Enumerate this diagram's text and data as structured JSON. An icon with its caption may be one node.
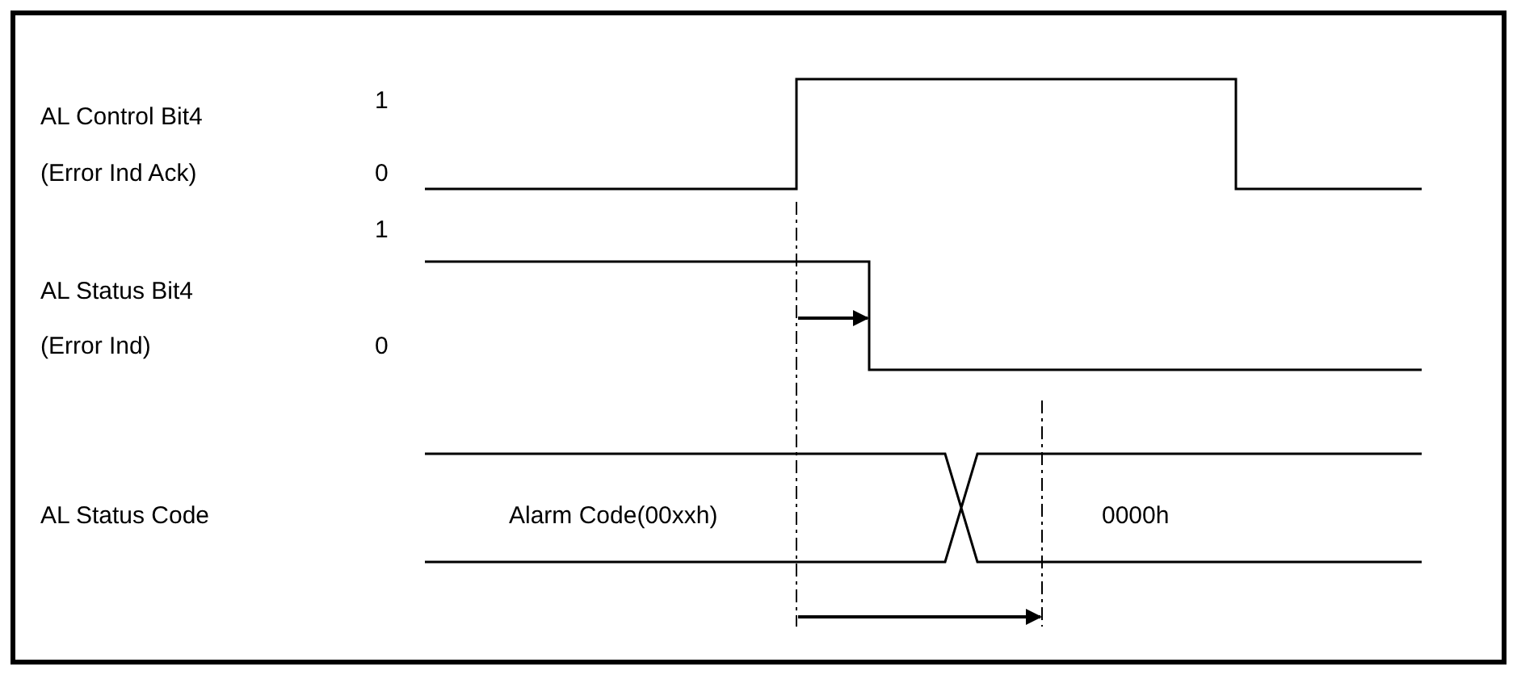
{
  "diagram": {
    "labels": [
      "AL Control Bit4",
      "1",
      "(Error Ind Ack)",
      "0",
      "1",
      "AL Status Bit4",
      "(Error Ind)",
      "0",
      "AL Status Code",
      "Alarm Code(00xxh)",
      "0000h"
    ]
  }
}
